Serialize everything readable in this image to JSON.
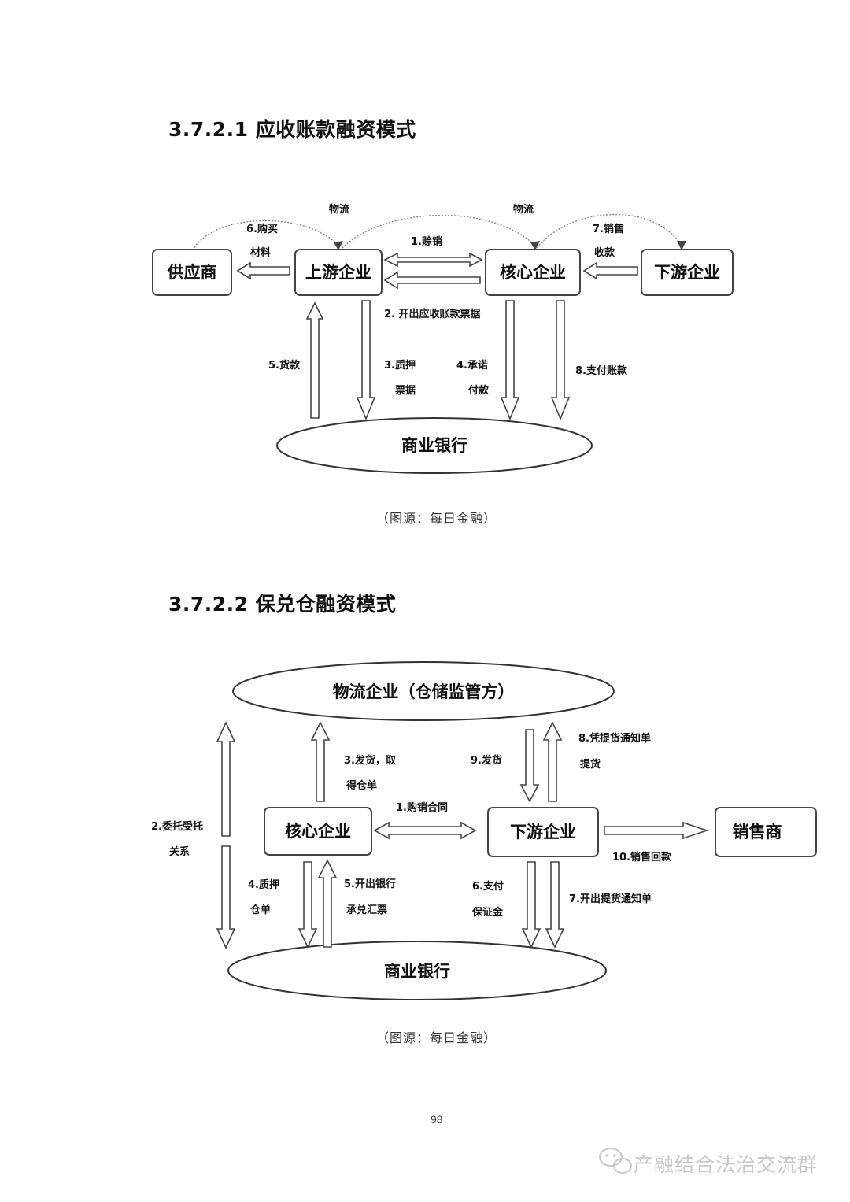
{
  "sections": [
    {
      "heading": "3.7.2.1  应收账款融资模式",
      "diagram": {
        "nodes": {
          "supplier": "供应商",
          "upstream": "上游企业",
          "core": "核心企业",
          "downstream": "下游企业",
          "bank": "商业银行"
        },
        "labels": {
          "logistics_left": "物流",
          "logistics_right": "物流",
          "buy_materials_1": "6.购买",
          "buy_materials_2": "材料",
          "credit_sale": "1.赊销",
          "sales_receipt_1": "7.销售",
          "sales_receipt_2": "收款",
          "issue_receivable": "2. 开出应收账款票据",
          "loan": "5.货款",
          "pledge_1": "3.质押",
          "pledge_2": "票据",
          "promise_1": "4.承诺",
          "promise_2": "付款",
          "pay_account": "8.支付账款"
        }
      },
      "caption": "（图源：每日金融）"
    },
    {
      "heading": "3.7.2.2  保兑仓融资模式",
      "diagram": {
        "nodes": {
          "logistics": "物流企业（仓储监管方）",
          "core": "核心企业",
          "downstream": "下游企业",
          "dealer": "销售商",
          "bank": "商业银行"
        },
        "labels": {
          "delegation_1": "2.委托受托",
          "delegation_2": "关系",
          "ship_1": "3.发货，取",
          "ship_2": "得仓单",
          "ship9": "9.发货",
          "pickup_1": "8.凭提货通知单",
          "pickup_2": "提货",
          "purchase_contract": "1.购销合同",
          "sales_return": "10.销售回款",
          "pledge_1": "4.质押",
          "pledge_2": "仓单",
          "accept_1": "5.开出银行",
          "accept_2": "承兑汇票",
          "deposit_1": "6.支付",
          "deposit_2": "保证金",
          "notice": "7.开出提货通知单"
        }
      },
      "caption": "（图源：每日金融）"
    }
  ],
  "page_number": "98",
  "watermark": "产融结合法治交流群",
  "colors": {
    "text": "#111111",
    "caption": "#333333",
    "watermark": "#c8c8c8"
  }
}
